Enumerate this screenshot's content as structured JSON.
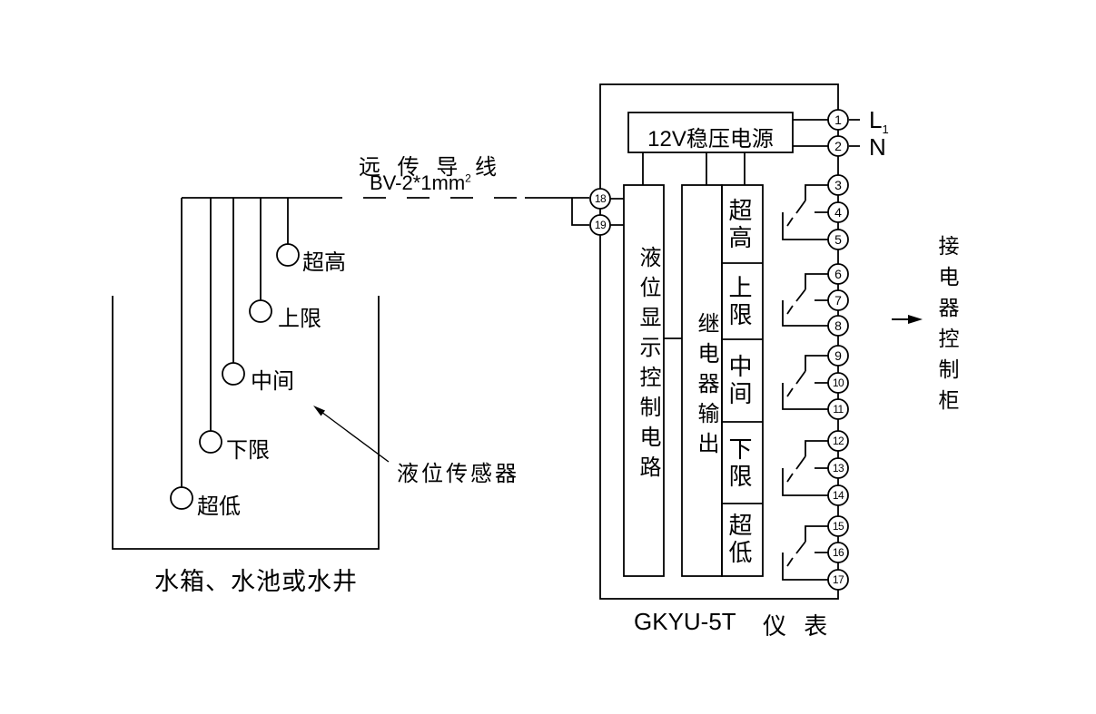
{
  "tank": {
    "caption": "水箱、水池或水井",
    "pointer_label": "液位传感器",
    "sensor_labels": [
      "超高",
      "上限",
      "中间",
      "下限",
      "超低"
    ]
  },
  "wire": {
    "name": "远 传 导 线",
    "spec": "BV-2*1mm",
    "spec_sup": "2"
  },
  "instrument": {
    "power": "12V稳压电源",
    "display_circuit": "液位显示控制电路",
    "relay_output": "继电器输出",
    "levels": [
      "超高",
      "上限",
      "中间",
      "下限",
      "超低"
    ],
    "terminals": [
      "1",
      "2",
      "3",
      "4",
      "5",
      "6",
      "7",
      "8",
      "9",
      "10",
      "11",
      "12",
      "13",
      "14",
      "15",
      "16",
      "17"
    ],
    "side_terminals": [
      "18",
      "19"
    ],
    "terminal_l": "L",
    "terminal_l_sub": "1",
    "terminal_n": "N",
    "caption_model": "GKYU-5T",
    "caption_name": "仪 表"
  },
  "right_panel": {
    "label": "接电器控制柜"
  }
}
